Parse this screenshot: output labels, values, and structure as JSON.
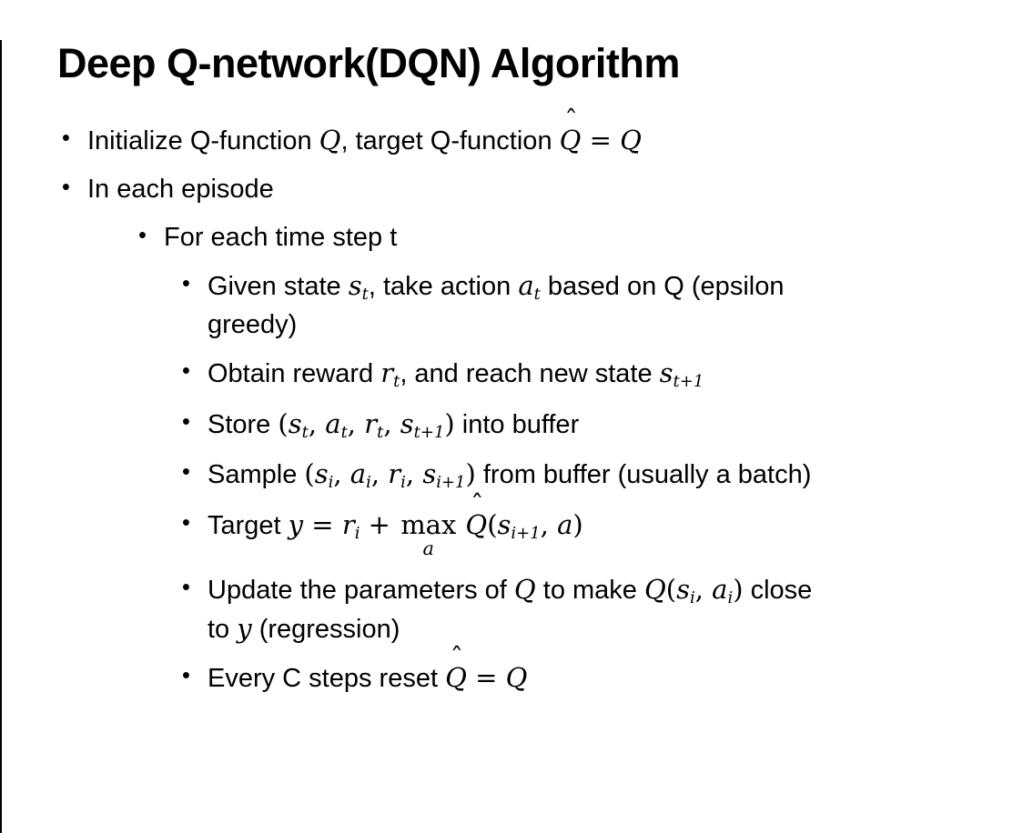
{
  "glyphs": {
    "bullet": "•",
    "hat": "ˆ"
  },
  "slide": {
    "title": "Deep Q-network(DQN) Algorithm",
    "bullets": [
      {
        "level": 1,
        "segments": [
          {
            "t": "t",
            "v": "Initialize Q-function "
          },
          {
            "t": "m",
            "v": "Q"
          },
          {
            "t": "t",
            "v": ", target Q-function "
          },
          {
            "t": "h",
            "v": "Q"
          },
          {
            "t": "o",
            "v": " = "
          },
          {
            "t": "m",
            "v": "Q"
          }
        ]
      },
      {
        "level": 1,
        "segments": [
          {
            "t": "t",
            "v": "In each episode"
          }
        ]
      },
      {
        "level": 2,
        "segments": [
          {
            "t": "t",
            "v": "For each time step t"
          }
        ]
      },
      {
        "level": 3,
        "segments": [
          {
            "t": "t",
            "v": "Given state "
          },
          {
            "t": "m",
            "v": "s"
          },
          {
            "t": "s",
            "v": "t"
          },
          {
            "t": "t",
            "v": ", take action "
          },
          {
            "t": "m",
            "v": "a"
          },
          {
            "t": "s",
            "v": "t"
          },
          {
            "t": "t",
            "v": " based on Q (epsilon"
          },
          {
            "t": "br"
          },
          {
            "t": "t",
            "v": "greedy)"
          }
        ]
      },
      {
        "level": 3,
        "segments": [
          {
            "t": "t",
            "v": "Obtain reward "
          },
          {
            "t": "m",
            "v": "r"
          },
          {
            "t": "s",
            "v": "t"
          },
          {
            "t": "t",
            "v": ", and reach new state "
          },
          {
            "t": "m",
            "v": "s"
          },
          {
            "t": "s",
            "v": "t+1"
          }
        ]
      },
      {
        "level": 3,
        "segments": [
          {
            "t": "t",
            "v": "Store "
          },
          {
            "t": "o",
            "v": "("
          },
          {
            "t": "m",
            "v": "s"
          },
          {
            "t": "s",
            "v": "t"
          },
          {
            "t": "o",
            "v": ", "
          },
          {
            "t": "m",
            "v": "a"
          },
          {
            "t": "s",
            "v": "t"
          },
          {
            "t": "o",
            "v": ", "
          },
          {
            "t": "m",
            "v": "r"
          },
          {
            "t": "s",
            "v": "t"
          },
          {
            "t": "o",
            "v": ", "
          },
          {
            "t": "m",
            "v": "s"
          },
          {
            "t": "s",
            "v": "t+1"
          },
          {
            "t": "o",
            "v": ")"
          },
          {
            "t": "t",
            "v": " into buffer"
          }
        ]
      },
      {
        "level": 3,
        "segments": [
          {
            "t": "t",
            "v": "Sample "
          },
          {
            "t": "o",
            "v": "("
          },
          {
            "t": "m",
            "v": "s"
          },
          {
            "t": "s",
            "v": "i"
          },
          {
            "t": "o",
            "v": ", "
          },
          {
            "t": "m",
            "v": "a"
          },
          {
            "t": "s",
            "v": "i"
          },
          {
            "t": "o",
            "v": ", "
          },
          {
            "t": "m",
            "v": "r"
          },
          {
            "t": "s",
            "v": "i"
          },
          {
            "t": "o",
            "v": ", "
          },
          {
            "t": "m",
            "v": "s"
          },
          {
            "t": "s",
            "v": "i+1"
          },
          {
            "t": "o",
            "v": ")"
          },
          {
            "t": "t",
            "v": " from buffer (usually a batch)"
          }
        ]
      },
      {
        "level": 3,
        "segments": [
          {
            "t": "t",
            "v": "Target "
          },
          {
            "t": "m",
            "v": "y"
          },
          {
            "t": "o",
            "v": " = "
          },
          {
            "t": "m",
            "v": "r"
          },
          {
            "t": "s",
            "v": "i"
          },
          {
            "t": "o",
            "v": " + "
          },
          {
            "t": "u",
            "v": "max",
            "u": "a"
          },
          {
            "t": "t",
            "v": " "
          },
          {
            "t": "h",
            "v": "Q"
          },
          {
            "t": "o",
            "v": "("
          },
          {
            "t": "m",
            "v": "s"
          },
          {
            "t": "s",
            "v": "i+1"
          },
          {
            "t": "o",
            "v": ", "
          },
          {
            "t": "m",
            "v": "a"
          },
          {
            "t": "o",
            "v": ")"
          }
        ]
      },
      {
        "level": 3,
        "segments": [
          {
            "t": "t",
            "v": "Update the parameters of "
          },
          {
            "t": "m",
            "v": "Q"
          },
          {
            "t": "t",
            "v": " to make "
          },
          {
            "t": "m",
            "v": "Q"
          },
          {
            "t": "o",
            "v": "("
          },
          {
            "t": "m",
            "v": "s"
          },
          {
            "t": "s",
            "v": "i"
          },
          {
            "t": "o",
            "v": ", "
          },
          {
            "t": "m",
            "v": "a"
          },
          {
            "t": "s",
            "v": "i"
          },
          {
            "t": "o",
            "v": ")"
          },
          {
            "t": "t",
            "v": " close"
          },
          {
            "t": "br"
          },
          {
            "t": "t",
            "v": "to "
          },
          {
            "t": "m",
            "v": "y"
          },
          {
            "t": "t",
            "v": " (regression)"
          }
        ]
      },
      {
        "level": 3,
        "segments": [
          {
            "t": "t",
            "v": "Every C steps reset "
          },
          {
            "t": "h",
            "v": "Q"
          },
          {
            "t": "o",
            "v": " = "
          },
          {
            "t": "m",
            "v": "Q"
          }
        ]
      }
    ]
  }
}
